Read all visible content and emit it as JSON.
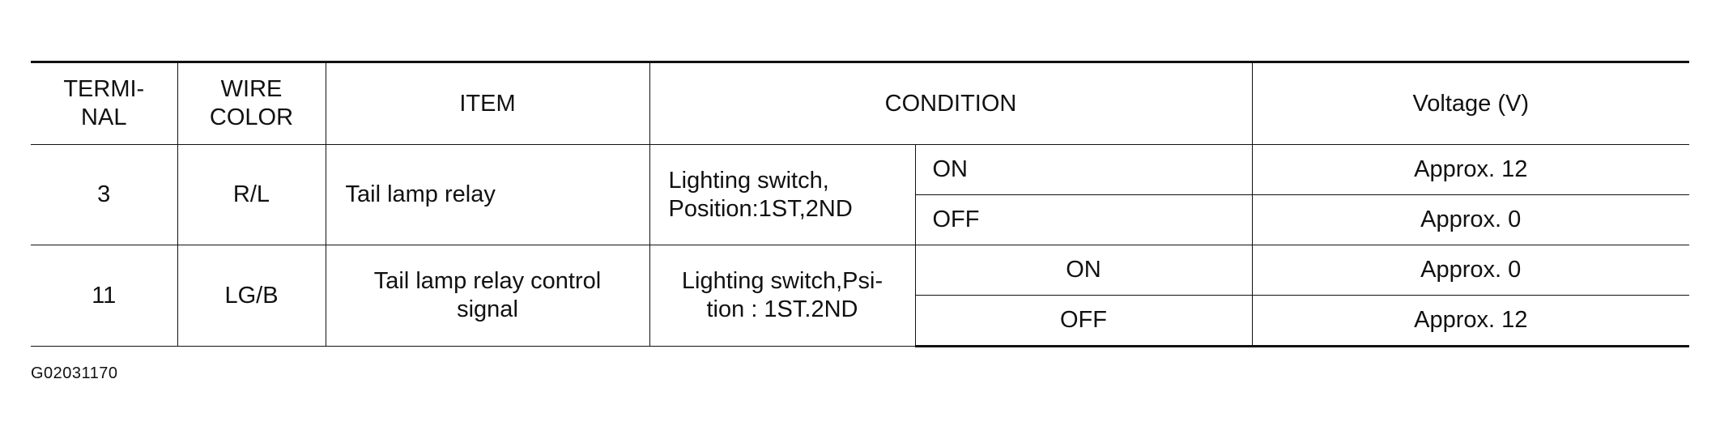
{
  "table": {
    "headers": {
      "terminal": "TERMI-\nNAL",
      "wire_color": "WIRE\nCOLOR",
      "item": "ITEM",
      "condition": "CONDITION",
      "voltage": "Voltage (V)"
    },
    "rows": [
      {
        "terminal": "3",
        "wire_color": "R/L",
        "item": "Tail lamp relay",
        "condition": "Lighting switch,\nPosition:1ST,2ND",
        "states": [
          {
            "state": "ON",
            "voltage": "Approx. 12"
          },
          {
            "state": "OFF",
            "voltage": "Approx. 0"
          }
        ]
      },
      {
        "terminal": "11",
        "wire_color": "LG/B",
        "item": "Tail lamp relay control\nsignal",
        "condition": "Lighting switch,Psi-\ntion : 1ST.2ND",
        "states": [
          {
            "state": "ON",
            "voltage": "Approx. 0"
          },
          {
            "state": "OFF",
            "voltage": "Approx. 12"
          }
        ]
      }
    ]
  },
  "figure_id": "G02031170"
}
